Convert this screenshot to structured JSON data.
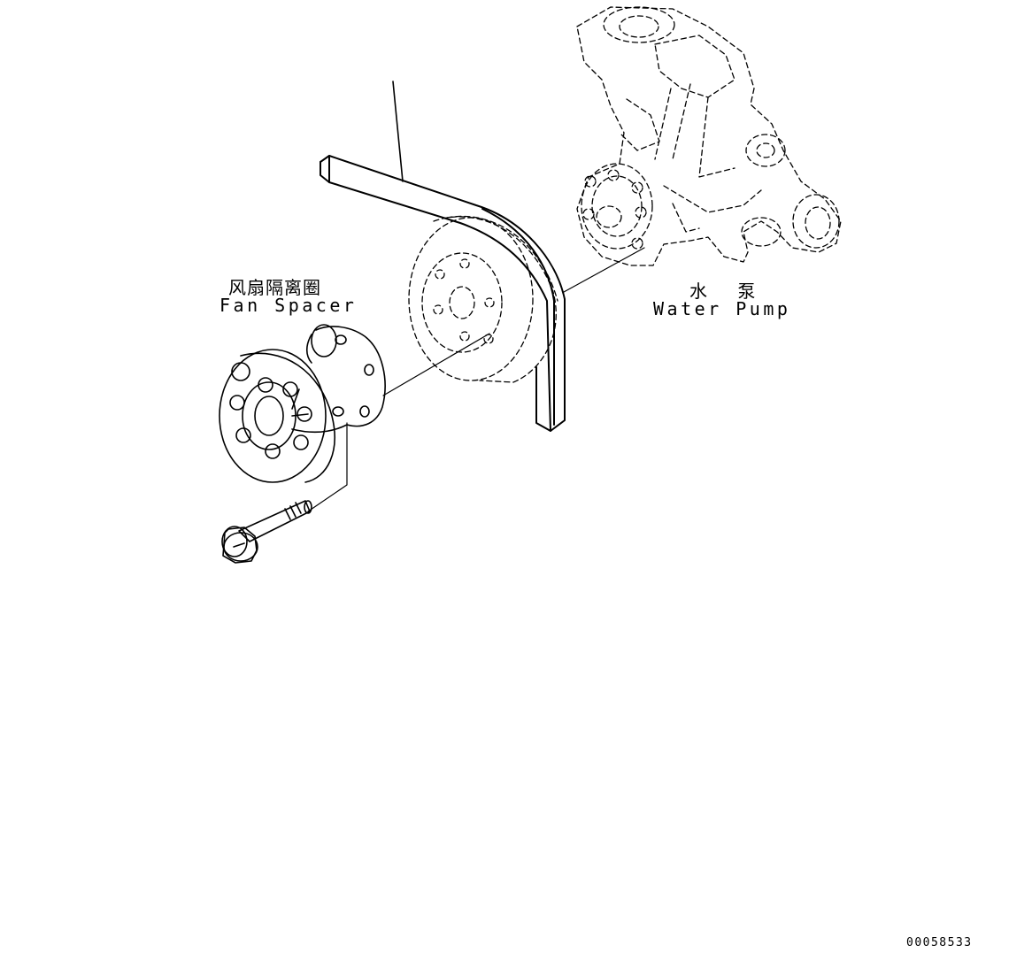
{
  "labels": {
    "fan_spacer_cn": "风扇隔离圈",
    "fan_spacer_en": "Fan Spacer",
    "water_pump_cn": "水 泵",
    "water_pump_en": "Water Pump"
  },
  "drawing_number": "00058533",
  "colors": {
    "ink": "#000000",
    "paper": "#ffffff"
  }
}
